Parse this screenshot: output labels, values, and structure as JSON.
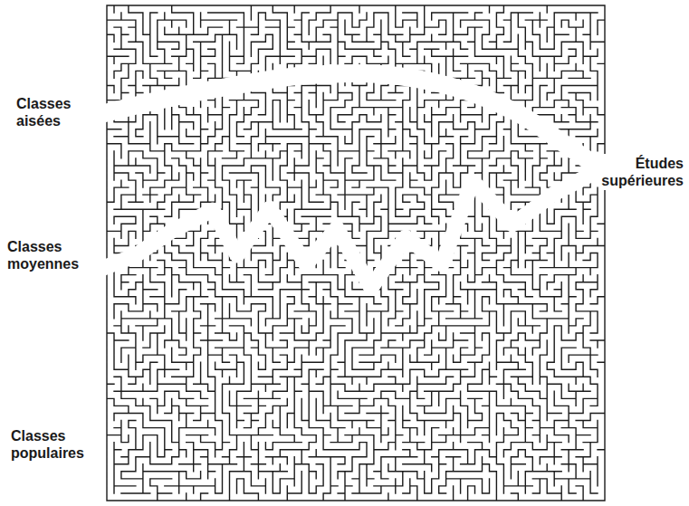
{
  "diagram": {
    "labels": [
      "Classes aisées",
      "Classes moyennes",
      "Classes populaires",
      "Études supérieures"
    ]
  }
}
